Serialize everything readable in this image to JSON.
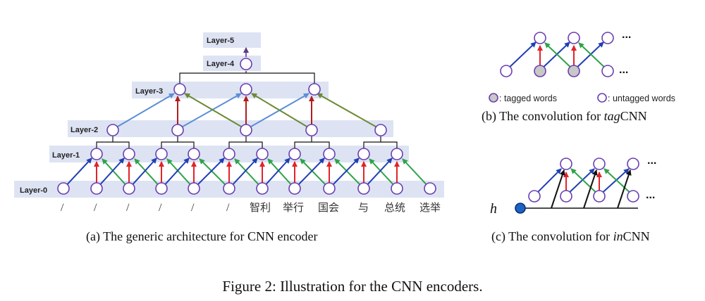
{
  "panel_a": {
    "layers": [
      "Layer-0",
      "Layer-1",
      "Layer-2",
      "Layer-3",
      "Layer-4",
      "Layer-5"
    ],
    "tokens": [
      "/",
      "/",
      "/",
      "/",
      "/",
      "/",
      "智利",
      "举行",
      "国会",
      "与",
      "总统",
      "选举"
    ],
    "caption": "(a) The generic architecture for CNN encoder"
  },
  "panel_b": {
    "legend_tagged": ": tagged words",
    "legend_untagged": ": untagged words",
    "caption_prefix": "(b) The convolution for ",
    "caption_italic": "tag",
    "caption_suffix": "CNN",
    "ellipsis": "..."
  },
  "panel_c": {
    "h_label": "h",
    "caption_prefix": "(c) The convolution for ",
    "caption_italic": "in",
    "caption_suffix": "CNN",
    "ellipsis": "..."
  },
  "figure_caption": "Figure 2: Illustration for the CNN encoders.",
  "colors": {
    "band": "#dde3f3",
    "node_stroke": "#6a3fb0",
    "blue_arrow": "#1f3fb5",
    "red_arrow": "#e0242a",
    "green_arrow": "#2ea34a",
    "light_blue_arrow": "#5b8fd6",
    "olive_arrow": "#6b8a32",
    "dark_red_arrow": "#b01e1e",
    "purple_arrow": "#5a3b88"
  }
}
